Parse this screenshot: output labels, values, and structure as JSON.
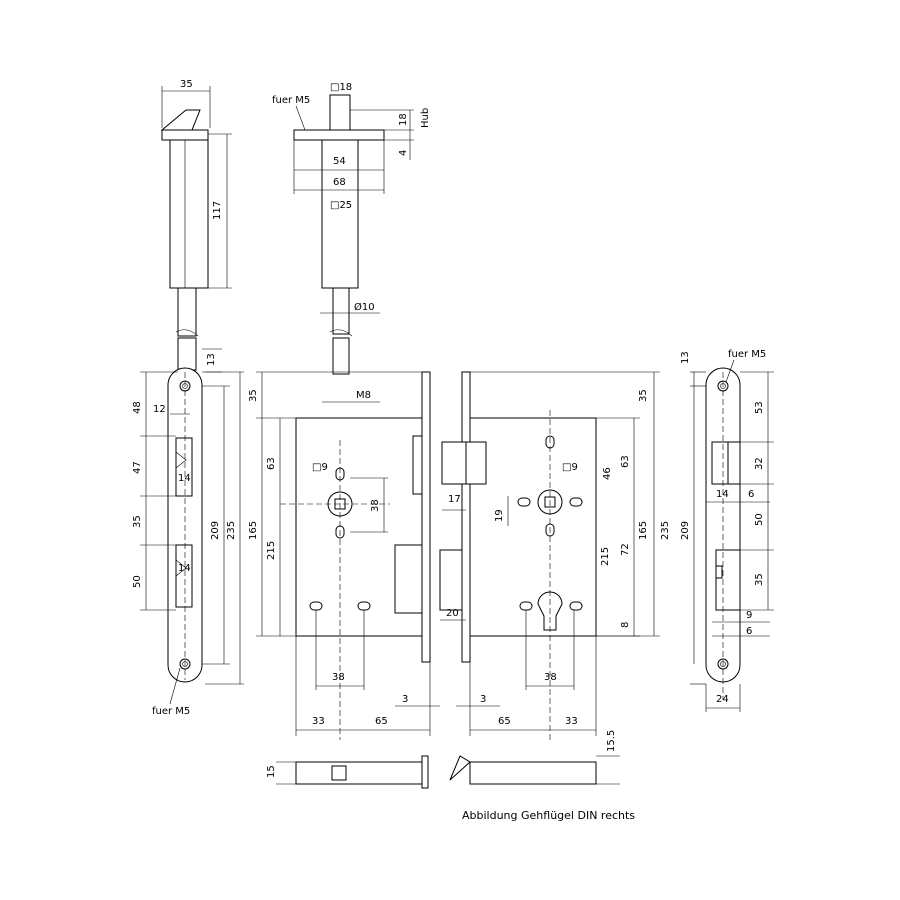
{
  "caption": "Abbildung Gehflügel DIN rechts",
  "labels": {
    "fuer_m5": "fuer M5",
    "hub": "Hub",
    "sq18": "□18",
    "sq25": "□25",
    "sq9": "□9",
    "dia10": "Ø10",
    "m8": "M8"
  },
  "dims": {
    "d35": "35",
    "d117": "117",
    "d13": "13",
    "d48": "48",
    "d12": "12",
    "d47": "47",
    "d14": "14",
    "d50": "50",
    "d209": "209",
    "d235": "235",
    "d18": "18",
    "d4": "4",
    "d54": "54",
    "d68": "68",
    "d63": "63",
    "d165": "165",
    "d215": "215",
    "d38": "38",
    "d33": "33",
    "d65": "65",
    "d3": "3",
    "d15": "15",
    "d17": "17",
    "d20": "20",
    "d46": "46",
    "d19": "19",
    "d72": "72",
    "d8": "8",
    "d15_5": "15.5",
    "d53": "53",
    "d32": "32",
    "d6": "6",
    "d9": "9",
    "d24": "24"
  }
}
